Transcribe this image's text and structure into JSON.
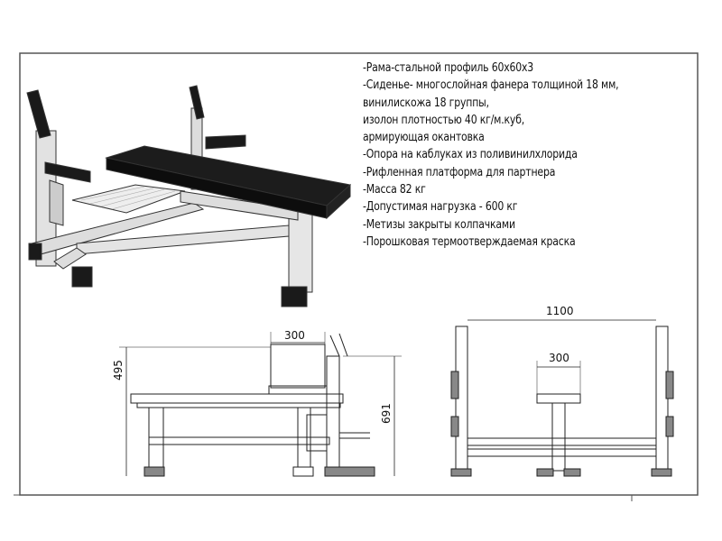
{
  "specs": [
    "-Рама-стальной профиль 60х60х3",
    "-Сиденье- многослойная фанера толщиной 18 мм,",
    "винилискожа 18 группы,",
    "изолон плотностью 40 кг/м.куб,",
    "армирующая окантовка",
    "-Опора на каблуках из поливинилхлорида",
    "-Рифленная платформа для партнера",
    "-Масса 82 кг",
    "-Допустимая нагрузка - 600 кг",
    "-Метизы закрыты колпачками",
    "-Порошковая термоотверждаемая краска"
  ],
  "dimensions": {
    "side_seat_width": "300",
    "side_seat_height": "495",
    "side_total_height": "691",
    "front_total_width": "1100",
    "front_seat_width": "300"
  },
  "colors": {
    "frame": "#d9d9d9",
    "pad": "#1a1a1a",
    "line": "#222222"
  }
}
